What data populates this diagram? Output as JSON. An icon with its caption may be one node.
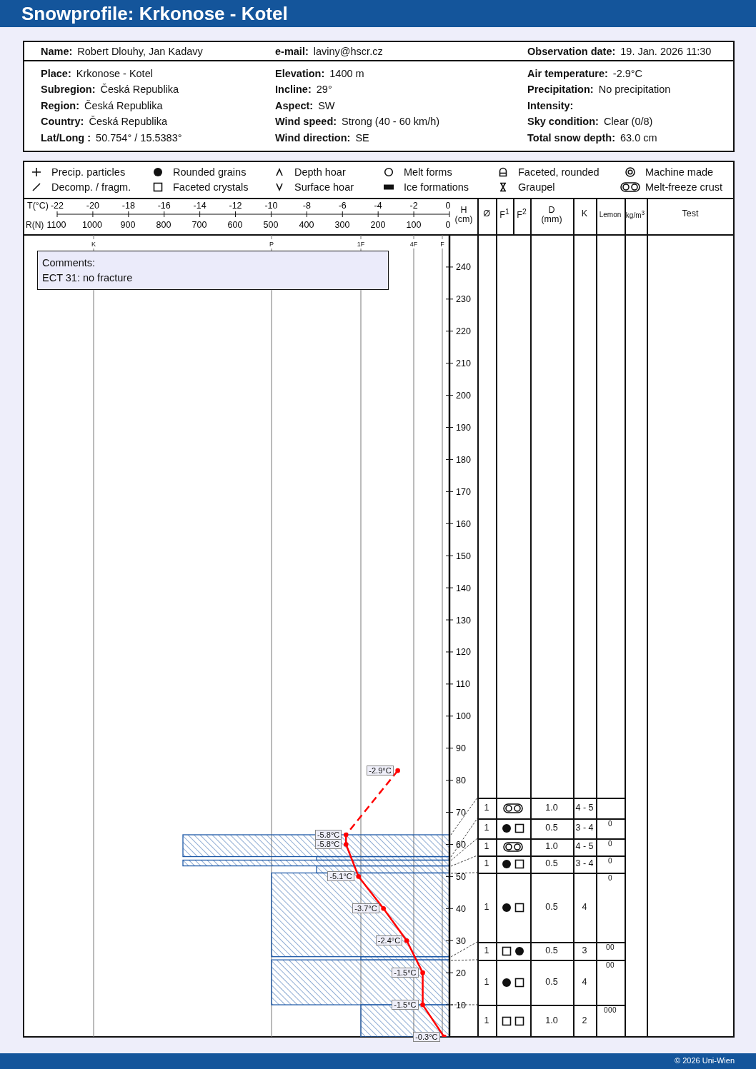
{
  "diagram": {
    "title": "Snowprofile: Krkonose - Kotel",
    "nodes": [
      {
        "text": [
          "Comments:",
          "ECT 31: no fracture"
        ]
      }
    ],
    "labels": [
      "Name:",
      "Robert Dlouhy, Jan Kadavy",
      "e-mail:",
      "laviny@hscr.cz",
      "Observation date:",
      "19. Jan. 2026 11:30",
      "Place:",
      "Krkonose - Kotel",
      "Elevation:",
      "1400 m",
      "Air temperature:",
      "-2.9°C",
      "Subregion:",
      "Česká Republika",
      "Incline:",
      "29°",
      "Precipitation:",
      "No precipitation",
      "Region:",
      "Česká Republika",
      "Aspect:",
      "SW",
      "Intensity:",
      "Country:",
      "Česká Republika",
      "Wind speed:",
      "Strong (40 - 60 km/h)",
      "Sky condition:",
      "Clear (0/8)",
      "Lat/Long :",
      "50.754° / 15.5383°",
      "Wind direction:",
      "SE",
      "Total snow depth:",
      "63.0 cm",
      "R(N)",
      "1100",
      "1000",
      "900",
      "800",
      "700",
      "600",
      "500",
      "400",
      "300",
      "200",
      "100",
      "0",
      "K",
      "P",
      "1F",
      "4F",
      "F",
      "Ø",
      "F$^{1}$",
      "F$^{2}$",
      "D (mm)",
      "K",
      "Lemon",
      "kg/m$^{3}$",
      "Test",
      "1",
      "1.0",
      "4 - 5",
      "1",
      "0.5",
      "3 - 4",
      "0",
      "1",
      "1.0",
      "4 - 5",
      "0",
      "1",
      "0.5",
      "3 - 4",
      "0",
      "1",
      "0.5",
      "4",
      "0",
      "1",
      "0.5",
      "3",
      "00",
      "1",
      "0.5",
      "4",
      "00",
      "1",
      "1.0",
      "2",
      "000",
      "© 2026 Uni-Wien"
    ],
    "legend": [
      {
        "text": "Precip. particles"
      },
      {
        "text": "Rounded grains"
      },
      {
        "text": "Depth hoar"
      },
      {
        "text": "Melt forms"
      },
      {
        "text": "Faceted, rounded"
      },
      {
        "text": "Machine made"
      },
      {
        "text": "Decomp. / fragm."
      },
      {
        "text": "Faceted crystals"
      },
      {
        "text": "Surface hoar"
      },
      {
        "text": "Ice formations"
      },
      {
        "text": "Graupel"
      },
      {
        "text": "Melt-freeze crust"
      }
    ],
    "chart_data": {
      "type": "line",
      "xlabel": "T(°C)",
      "ylabel": "H (cm)",
      "x": [
        -2.9,
        -5.8,
        -5.8,
        -5.1,
        -3.7,
        -2.4,
        -1.5,
        -1.5,
        -0.3
      ],
      "series": [
        {
          "color": "#ff0000",
          "marker": "circle",
          "values": [
            83,
            63,
            60,
            50,
            40,
            30,
            20,
            10,
            0
          ]
        }
      ],
      "grid": true,
      "xlim": [
        -22,
        0
      ],
      "ylim": [
        0,
        250
      ],
      "xticks": [
        -22,
        -20,
        -18,
        -16,
        -14,
        -12,
        -10,
        -8,
        -6,
        -4,
        -2,
        0
      ],
      "yticks": [
        10,
        20,
        30,
        40,
        50,
        60,
        70,
        80,
        90,
        100,
        110,
        120,
        130,
        140,
        150,
        160,
        170,
        180,
        190,
        200,
        210,
        220,
        230,
        240
      ],
      "value_labels": [
        "-2.9°C",
        "-5.8°C",
        "-5.8°C",
        "-5.1°C",
        "-3.7°C",
        "-2.4°C",
        "-1.5°C",
        "-1.5°C",
        "-0.3°C"
      ]
    }
  }
}
